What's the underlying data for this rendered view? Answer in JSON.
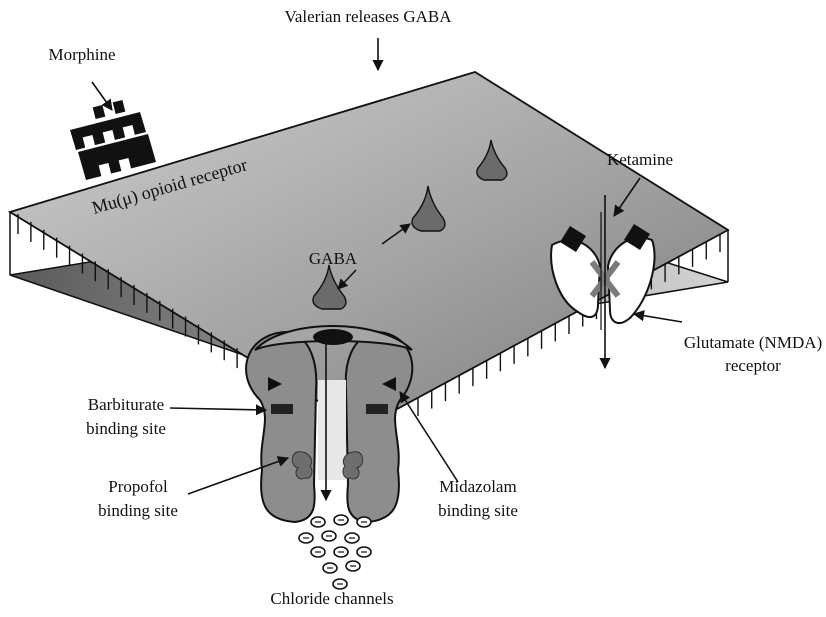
{
  "labels": {
    "valerian": "Valerian releases GABA",
    "morphine": "Morphine",
    "mu_receptor": "Mu(μ) opioid receptor",
    "ketamine": "Ketamine",
    "gaba": "GABA",
    "glutamate_line1": "Glutamate (NMDA)",
    "glutamate_line2": "receptor",
    "barbiturate_line1": "Barbiturate",
    "barbiturate_line2": "binding site",
    "propofol_line1": "Propofol",
    "propofol_line2": "binding site",
    "midazolam_line1": "Midazolam",
    "midazolam_line2": "binding site",
    "chloride": "Chloride channels"
  },
  "colors": {
    "membrane_top_light": "#c9c9c9",
    "membrane_top_dark": "#7d7d7d",
    "gaba_drop": "#6b6b6b",
    "outline": "#111111",
    "x_mark": "#7a7a7a"
  }
}
